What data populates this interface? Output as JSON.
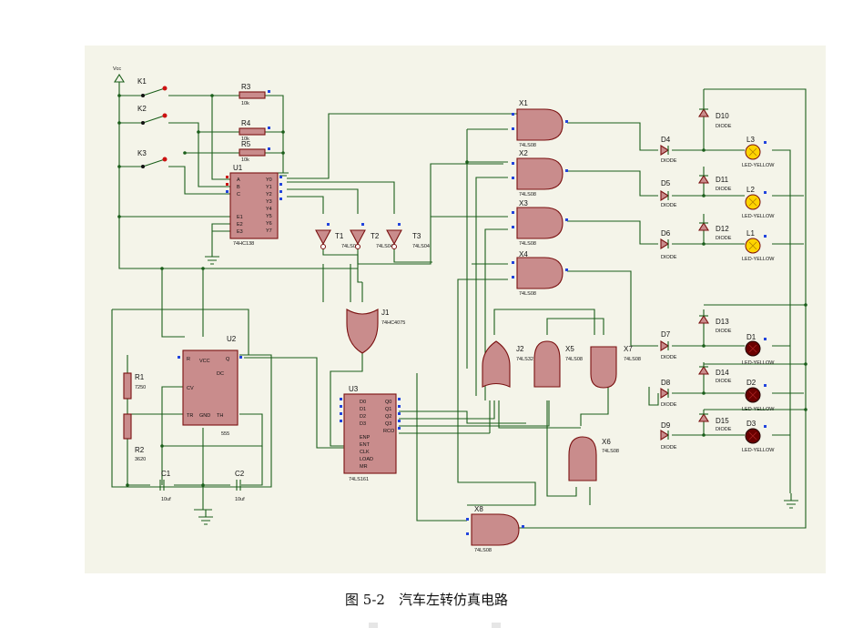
{
  "caption": "图 5-2　汽车左转仿真电路",
  "vcc_label": "Vcc",
  "switches": [
    "K1",
    "K2",
    "K3"
  ],
  "resistors": [
    {
      "ref": "R3",
      "value": "10k"
    },
    {
      "ref": "R4",
      "value": "10k"
    },
    {
      "ref": "R5",
      "value": "10k"
    },
    {
      "ref": "R1",
      "value": "7250"
    },
    {
      "ref": "R2",
      "value": "3620"
    }
  ],
  "capacitors": [
    {
      "ref": "C1",
      "value": "10uf"
    },
    {
      "ref": "C2",
      "value": "10uf"
    }
  ],
  "u1": {
    "ref": "U1",
    "part": "74HC138",
    "inputs": [
      "A",
      "B",
      "C"
    ],
    "enables": [
      "E1",
      "E2",
      "E3"
    ],
    "outputs": [
      "Y0",
      "Y1",
      "Y2",
      "Y3",
      "Y4",
      "Y5",
      "Y6",
      "Y7"
    ]
  },
  "u2": {
    "ref": "U2",
    "part": "555",
    "pins": [
      "R",
      "DC",
      "CV",
      "TR",
      "TH",
      "Q",
      "VCC",
      "GND"
    ]
  },
  "u3": {
    "ref": "U3",
    "part": "74LS161",
    "left_pins": [
      "D0",
      "D1",
      "D2",
      "D3",
      "ENP",
      "ENT",
      "CLK",
      "LOAD",
      "MR"
    ],
    "right_pins": [
      "Q0",
      "Q1",
      "Q2",
      "Q3",
      "RCO"
    ]
  },
  "inverters": [
    {
      "ref": "T1",
      "part": "74LS04"
    },
    {
      "ref": "T2",
      "part": "74LS04"
    },
    {
      "ref": "T3",
      "part": "74LS04"
    }
  ],
  "or_gates": [
    {
      "ref": "J1",
      "part": "74HC4075"
    },
    {
      "ref": "J2",
      "part": "74LS32"
    }
  ],
  "and_gates": [
    {
      "ref": "X1",
      "part": "74LS08"
    },
    {
      "ref": "X2",
      "part": "74LS08"
    },
    {
      "ref": "X3",
      "part": "74LS08"
    },
    {
      "ref": "X4",
      "part": "74LS08"
    },
    {
      "ref": "X5",
      "part": "74LS08"
    },
    {
      "ref": "X6",
      "part": "74LS08"
    },
    {
      "ref": "X7",
      "part": "74LS08"
    },
    {
      "ref": "X8",
      "part": "74LS08"
    }
  ],
  "diodes": [
    "D4",
    "D5",
    "D6",
    "D7",
    "D8",
    "D9",
    "D10",
    "D11",
    "D12",
    "D13",
    "D14",
    "D15"
  ],
  "diode_type": "DIODE",
  "leds": [
    {
      "ref": "L3",
      "type": "LED-YELLOW",
      "lit": true
    },
    {
      "ref": "L2",
      "type": "LED-YELLOW",
      "lit": true
    },
    {
      "ref": "L1",
      "type": "LED-YELLOW",
      "lit": true
    },
    {
      "ref": "D1",
      "type": "LED-YELLOW",
      "lit": false
    },
    {
      "ref": "D2",
      "type": "LED-YELLOW",
      "lit": false
    },
    {
      "ref": "D3",
      "type": "LED-YELLOW",
      "lit": false
    }
  ],
  "colors": {
    "wire": "#1a5e1a",
    "component": "#c98c8c",
    "led_on": "#ffd400",
    "led_off": "#6a0000",
    "background": "#f4f4e9"
  }
}
